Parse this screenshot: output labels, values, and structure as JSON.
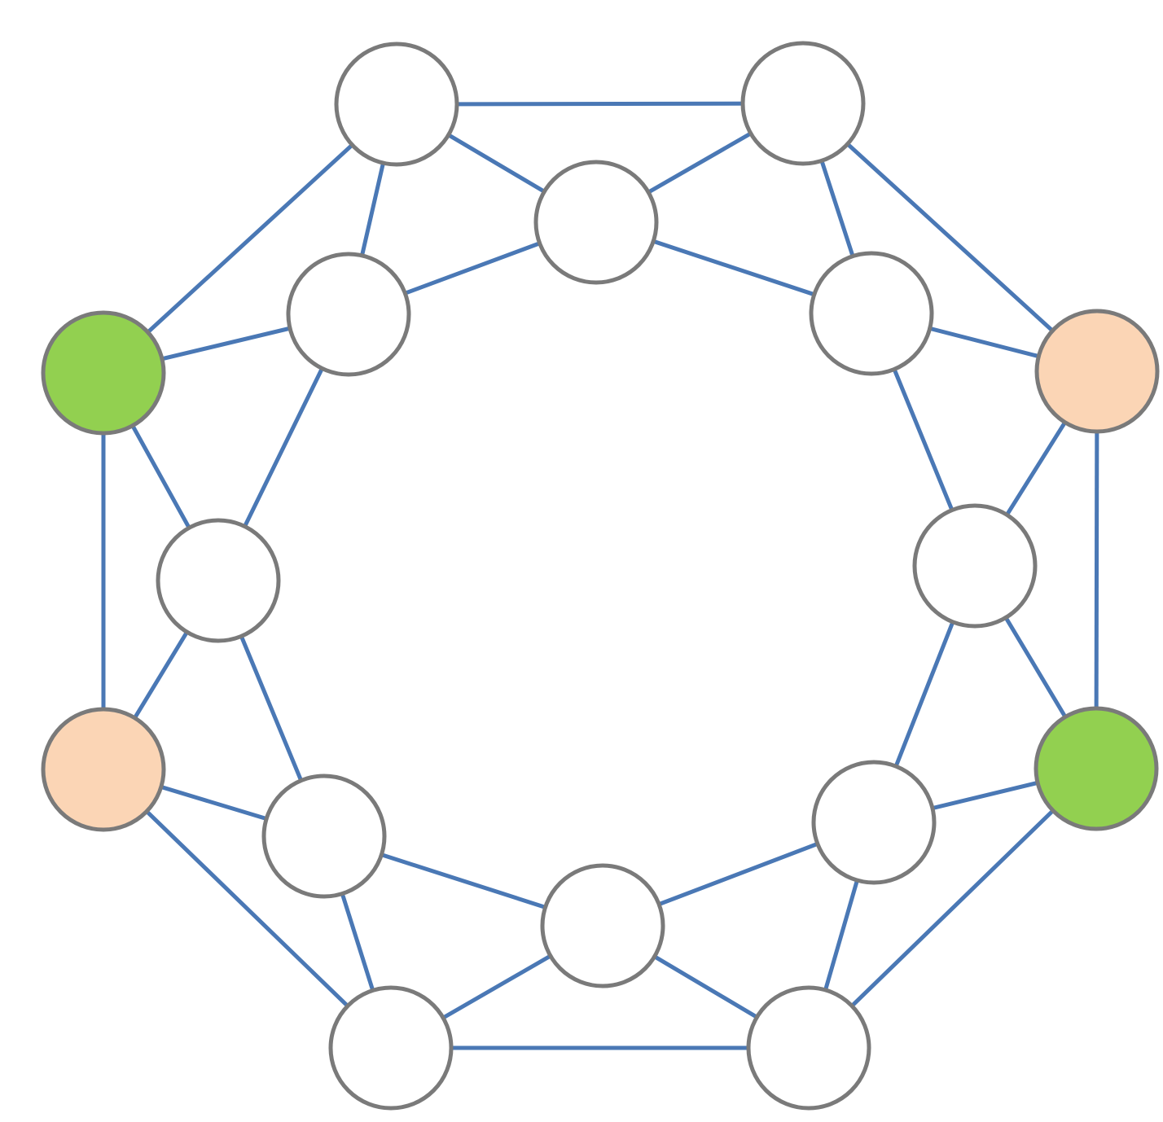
{
  "diagram": {
    "type": "graph",
    "colors": {
      "edge": "#4a78b5",
      "node_stroke": "#7a7a7a",
      "node_default_fill": "#ffffff",
      "green": "#92d050",
      "peach": "#fbd5b5",
      "background": "#ffffff"
    },
    "nodes": [
      {
        "id": "top-left",
        "fill": "default"
      },
      {
        "id": "top-right",
        "fill": "default"
      },
      {
        "id": "top-center",
        "fill": "default"
      },
      {
        "id": "upper-left-inner",
        "fill": "default"
      },
      {
        "id": "upper-right-inner",
        "fill": "default"
      },
      {
        "id": "left-outer-green",
        "fill": "green"
      },
      {
        "id": "right-outer-peach",
        "fill": "peach"
      },
      {
        "id": "left-middle",
        "fill": "default"
      },
      {
        "id": "right-middle",
        "fill": "default"
      },
      {
        "id": "left-lower-peach",
        "fill": "peach"
      },
      {
        "id": "right-lower-green",
        "fill": "green"
      },
      {
        "id": "lower-left-inner",
        "fill": "default"
      },
      {
        "id": "lower-right-inner",
        "fill": "default"
      },
      {
        "id": "bottom-center",
        "fill": "default"
      },
      {
        "id": "bottom-left",
        "fill": "default"
      },
      {
        "id": "bottom-right",
        "fill": "default"
      }
    ],
    "edges": [
      [
        "top-left",
        "top-right"
      ],
      [
        "top-left",
        "top-center"
      ],
      [
        "top-right",
        "top-center"
      ],
      [
        "top-left",
        "left-outer-green"
      ],
      [
        "top-left",
        "upper-left-inner"
      ],
      [
        "top-right",
        "right-outer-peach"
      ],
      [
        "top-right",
        "upper-right-inner"
      ],
      [
        "top-center",
        "upper-left-inner"
      ],
      [
        "top-center",
        "upper-right-inner"
      ],
      [
        "upper-left-inner",
        "left-outer-green"
      ],
      [
        "upper-left-inner",
        "left-middle"
      ],
      [
        "upper-right-inner",
        "right-outer-peach"
      ],
      [
        "upper-right-inner",
        "right-middle"
      ],
      [
        "left-outer-green",
        "left-middle"
      ],
      [
        "left-outer-green",
        "left-lower-peach"
      ],
      [
        "right-outer-peach",
        "right-middle"
      ],
      [
        "right-outer-peach",
        "right-lower-green"
      ],
      [
        "left-middle",
        "left-lower-peach"
      ],
      [
        "left-middle",
        "lower-left-inner"
      ],
      [
        "right-middle",
        "right-lower-green"
      ],
      [
        "right-middle",
        "lower-right-inner"
      ],
      [
        "left-lower-peach",
        "lower-left-inner"
      ],
      [
        "left-lower-peach",
        "bottom-left"
      ],
      [
        "right-lower-green",
        "lower-right-inner"
      ],
      [
        "right-lower-green",
        "bottom-right"
      ],
      [
        "lower-left-inner",
        "bottom-center"
      ],
      [
        "lower-left-inner",
        "bottom-left"
      ],
      [
        "lower-right-inner",
        "bottom-center"
      ],
      [
        "lower-right-inner",
        "bottom-right"
      ],
      [
        "bottom-center",
        "bottom-left"
      ],
      [
        "bottom-center",
        "bottom-right"
      ],
      [
        "bottom-left",
        "bottom-right"
      ]
    ]
  }
}
